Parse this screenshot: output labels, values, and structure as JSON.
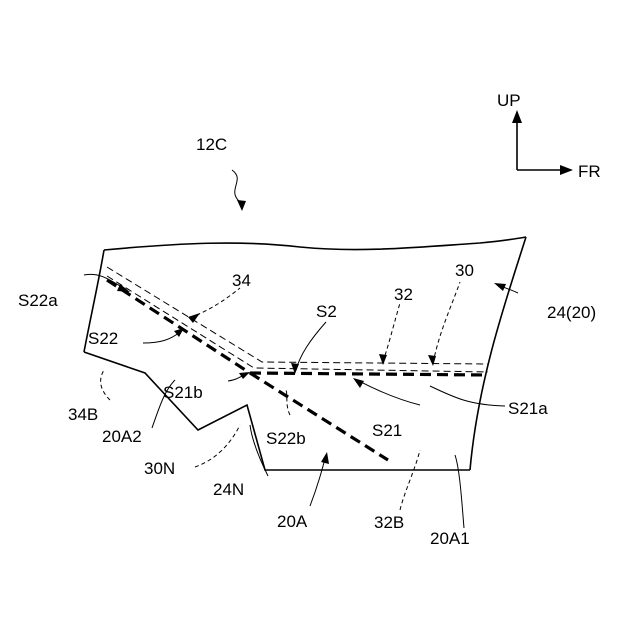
{
  "figure": {
    "id_label": "12C",
    "orientation": {
      "up_label": "UP",
      "front_label": "FR"
    },
    "labels": {
      "l30": "30",
      "l34": "34",
      "l32": "32",
      "s2": "S2",
      "s22a": "S22a",
      "part24": "24(20)",
      "s22": "S22",
      "s21b": "S21b",
      "s21a": "S21a",
      "l34b": "34B",
      "s21": "S21",
      "l20a2": "20A2",
      "s22b": "S22b",
      "l30n": "30N",
      "l24n": "24N",
      "l20a": "20A",
      "l32b": "32B",
      "l20a1": "20A1"
    }
  }
}
